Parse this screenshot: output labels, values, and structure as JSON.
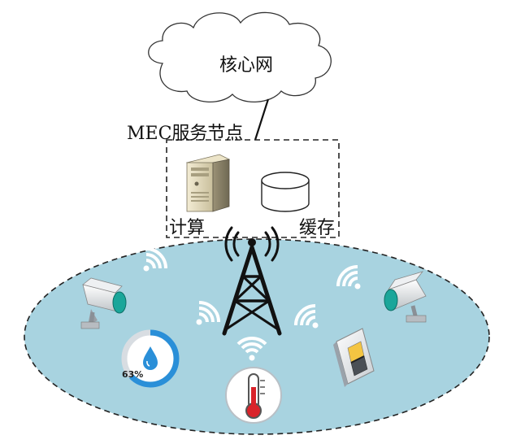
{
  "core_network": {
    "label": "核心网"
  },
  "mec_node": {
    "label": "MEC服务节点"
  },
  "server": {
    "label": "计算"
  },
  "storage": {
    "label": "缓存"
  },
  "water_gauge": {
    "value_text": "63%",
    "fraction": 0.63
  },
  "colors": {
    "coverage_fill": "#a8d3e0",
    "camera_lens": "#1aa69a",
    "water_ring": "#2a8fd8",
    "thermometer_red": "#d9232a"
  },
  "icons": [
    "cloud-icon",
    "server-icon",
    "storage-icon",
    "cell-tower-icon",
    "camera-icon",
    "water-gauge-icon",
    "thermometer-icon",
    "switch-icon",
    "wifi-icon"
  ]
}
